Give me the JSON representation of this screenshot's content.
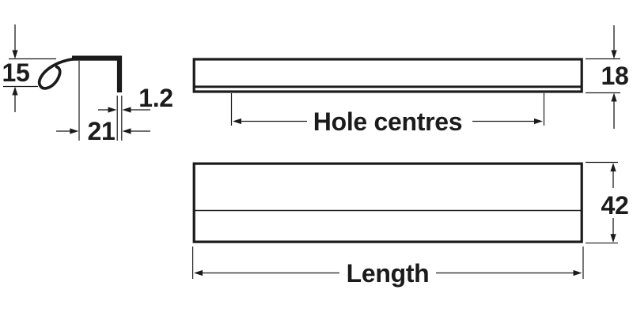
{
  "colors": {
    "line": "#1b1b1b",
    "background": "#ffffff"
  },
  "labels": {
    "profile_height": "15",
    "profile_depth": "21",
    "material_thickness": "1.2",
    "hole_centres": "Hole centres",
    "side_height": "18",
    "front_height": "42",
    "length": "Length"
  }
}
